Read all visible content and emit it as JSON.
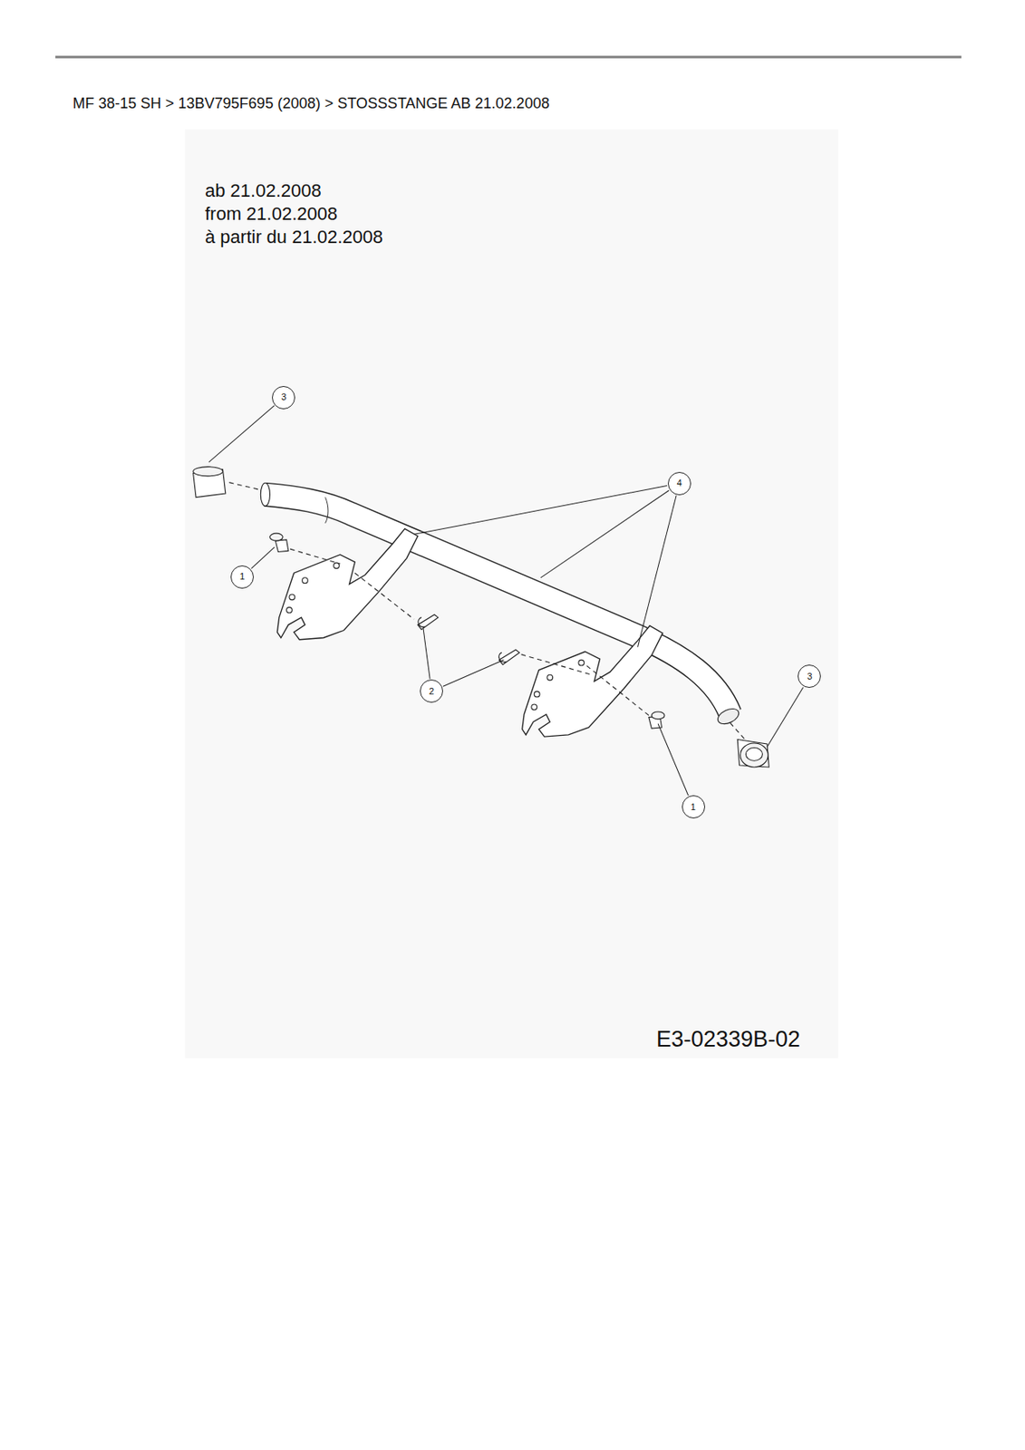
{
  "diagram": {
    "title": "MF 38-15 SH  >  13BV795F695 (2008)  >  STOSSSTANGE AB 21.02.2008",
    "nodes": [
      {
        "text": [
          "3"
        ]
      },
      {
        "text": [
          "4"
        ]
      },
      {
        "text": [
          "1"
        ]
      },
      {
        "text": [
          "3"
        ]
      },
      {
        "text": [
          "2"
        ]
      },
      {
        "text": [
          "1"
        ]
      }
    ],
    "labels": [
      "ab 21.02.2008",
      "from 21.02.2008",
      "à partir du 21.02.2008",
      "E3-02339B-02"
    ]
  }
}
